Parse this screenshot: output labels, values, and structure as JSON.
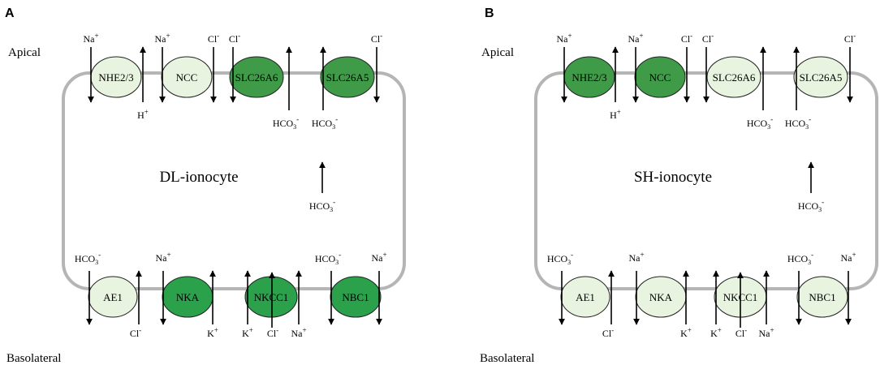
{
  "colors": {
    "dark": "#3f9b48",
    "mid": "#2aa14a",
    "light": "#e8f4df",
    "membrane": "#b5b5b5"
  },
  "panels": [
    {
      "letter": "A",
      "apical": "Apical",
      "basolateral": "Basolateral",
      "cell_name": "DL-ionocyte",
      "inner_ion": "HCO3-",
      "transporters": {
        "nhe": {
          "label": "NHE2/3",
          "shade": "light"
        },
        "ncc": {
          "label": "NCC",
          "shade": "light"
        },
        "slc6": {
          "label": "SLC26A6",
          "shade": "dark"
        },
        "slc5": {
          "label": "SLC26A5",
          "shade": "dark"
        },
        "ae1": {
          "label": "AE1",
          "shade": "light"
        },
        "nka": {
          "label": "NKA",
          "shade": "mid"
        },
        "nkcc": {
          "label": "NKCC1",
          "shade": "mid"
        },
        "nbc": {
          "label": "NBC1",
          "shade": "mid"
        }
      }
    },
    {
      "letter": "B",
      "apical": "Apical",
      "basolateral": "Basolateral",
      "cell_name": "SH-ionocyte",
      "inner_ion": "HCO3-",
      "transporters": {
        "nhe": {
          "label": "NHE2/3",
          "shade": "dark"
        },
        "ncc": {
          "label": "NCC",
          "shade": "dark"
        },
        "slc6": {
          "label": "SLC26A6",
          "shade": "light"
        },
        "slc5": {
          "label": "SLC26A5",
          "shade": "light"
        },
        "ae1": {
          "label": "AE1",
          "shade": "light"
        },
        "nka": {
          "label": "NKA",
          "shade": "light"
        },
        "nkcc": {
          "label": "NKCC1",
          "shade": "light"
        },
        "nbc": {
          "label": "NBC1",
          "shade": "light"
        }
      }
    }
  ],
  "ions": {
    "na": "Na+",
    "h": "H+",
    "cl": "Cl-",
    "hco3": "HCO3-",
    "k": "K+"
  }
}
